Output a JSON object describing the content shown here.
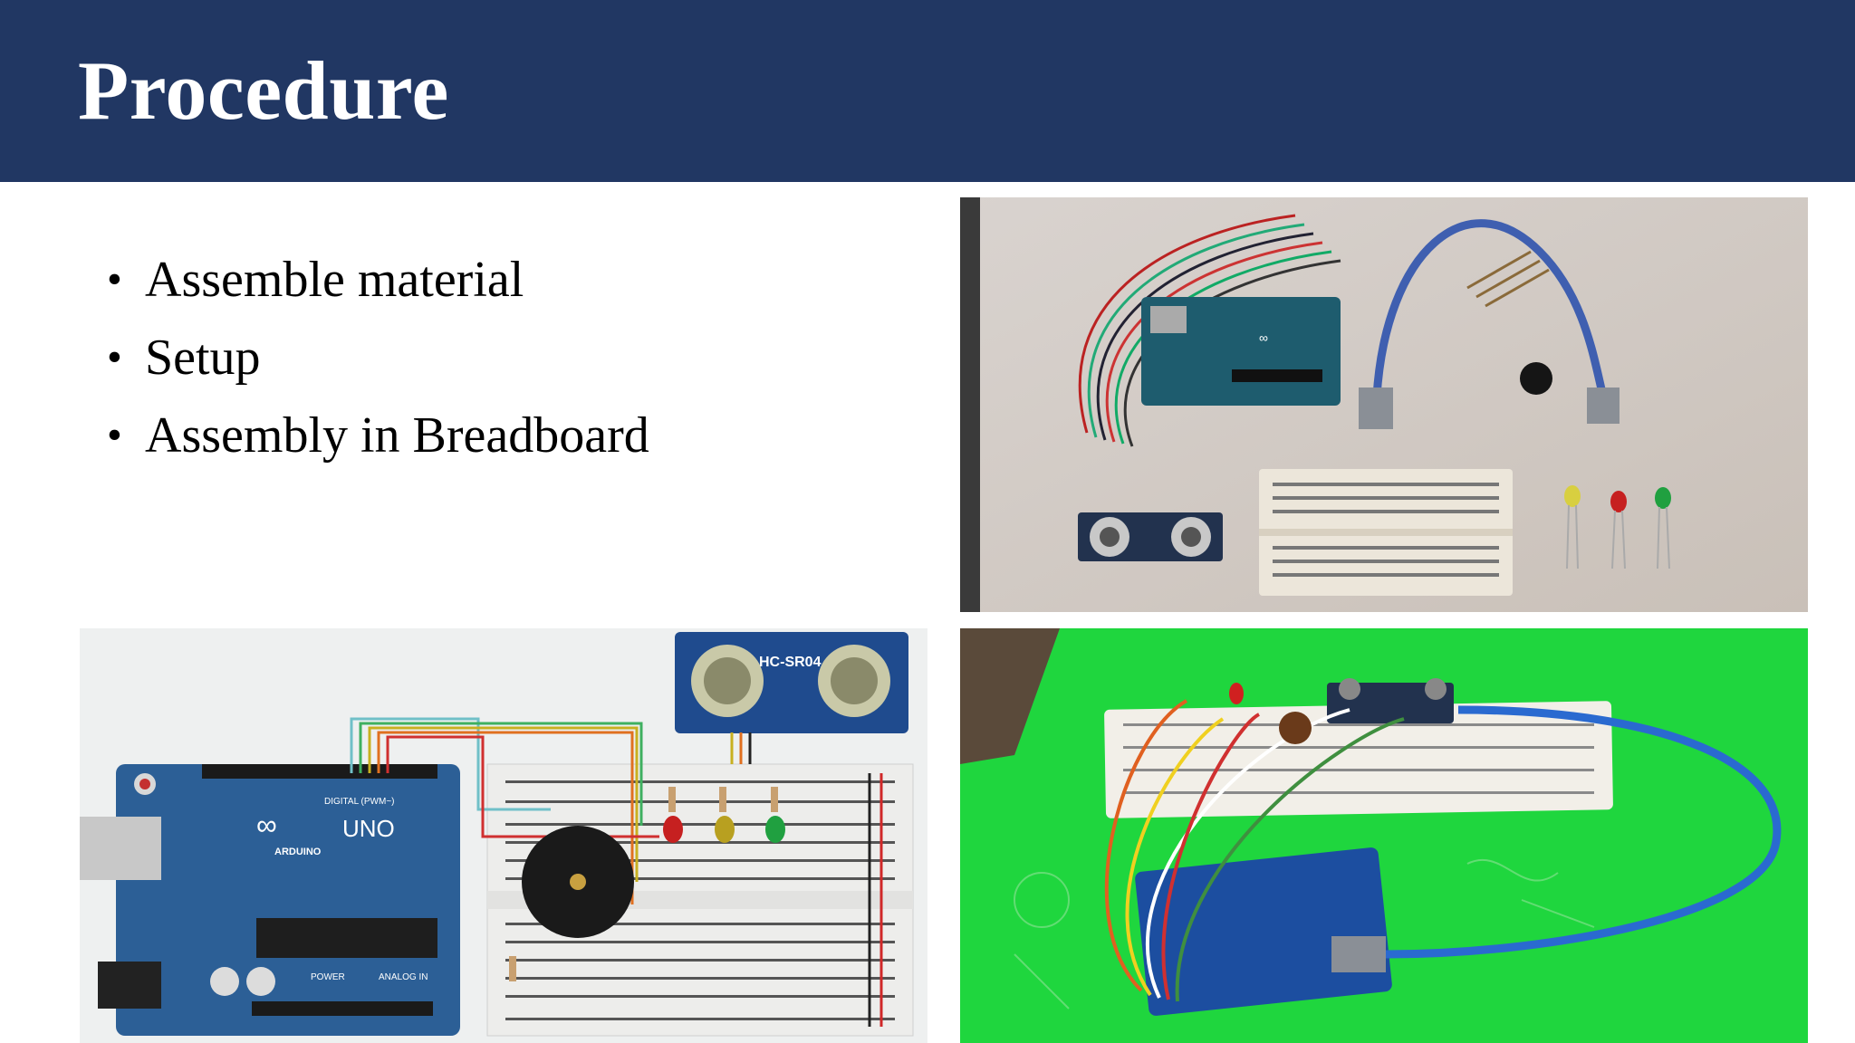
{
  "slide": {
    "title": "Procedure"
  },
  "bullets": [
    {
      "text": "Assemble material"
    },
    {
      "text": "Setup"
    },
    {
      "text": "Assembly in Breadboard"
    }
  ],
  "images": {
    "materials_photo": {
      "alt": "Photo of materials: Arduino Uno board, jumper wires, USB cable, resistors, buzzer, ultrasonic sensor, breadboard and red, yellow, green LEDs"
    },
    "circuit_diagram": {
      "alt": "Breadboard circuit diagram with Arduino Uno, HC-SR04 sensor, three LEDs, buzzer and resistors",
      "sensor_label": "HC-SR04",
      "board_label": "UNO",
      "brand_label": "ARDUINO",
      "digital_label": "DIGITAL (PWM~)",
      "power_label": "POWER",
      "analog_label": "ANALOG IN"
    },
    "assembled_photo": {
      "alt": "Photo of assembled circuit on breadboard connected to Arduino over a green mat"
    }
  },
  "colors": {
    "header_bg": "#213763",
    "title_color": "#ffffff",
    "led_red": "#c62020",
    "led_yellow": "#b8a020",
    "led_green": "#20a040",
    "board_blue": "#2c5f96"
  }
}
